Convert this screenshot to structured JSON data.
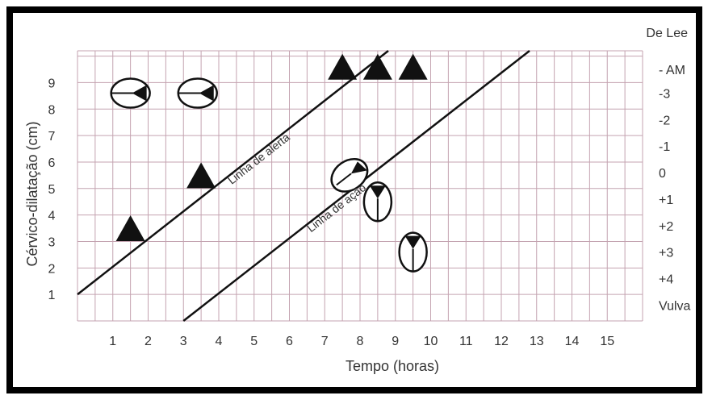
{
  "chart_data": {
    "type": "line",
    "title": "",
    "xlabel": "Tempo (horas)",
    "ylabel": "Cérvico-dilatação (cm)",
    "x_ticks": [
      "1",
      "2",
      "3",
      "4",
      "5",
      "6",
      "7",
      "8",
      "9",
      "10",
      "11",
      "12",
      "13",
      "14",
      "15"
    ],
    "y_ticks": [
      "1",
      "2",
      "3",
      "4",
      "5",
      "6",
      "7",
      "8",
      "9"
    ],
    "xlim": [
      0,
      16
    ],
    "ylim": [
      0,
      10.2
    ],
    "grid": true,
    "grid_color": "#c4a3b0",
    "right_axis": {
      "title": "De Lee",
      "labels": [
        {
          "y": 9.5,
          "text": "- AM"
        },
        {
          "y": 8.6,
          "text": "-3"
        },
        {
          "y": 7.6,
          "text": "-2"
        },
        {
          "y": 6.6,
          "text": "-1"
        },
        {
          "y": 5.6,
          "text": "0"
        },
        {
          "y": 4.6,
          "text": "+1"
        },
        {
          "y": 3.6,
          "text": "+2"
        },
        {
          "y": 2.6,
          "text": "+3"
        },
        {
          "y": 1.6,
          "text": "+4"
        },
        {
          "y": 0.6,
          "text": "Vulva"
        }
      ]
    },
    "lines": [
      {
        "name": "Linha de alerta",
        "x": [
          0,
          8.8
        ],
        "y": [
          1,
          10.2
        ]
      },
      {
        "name": "Linha de ação",
        "x": [
          3,
          12.8
        ],
        "y": [
          0,
          10.2
        ]
      }
    ],
    "triangles": [
      {
        "x": 1.5,
        "y": 3.5
      },
      {
        "x": 3.5,
        "y": 5.5
      },
      {
        "x": 7.5,
        "y": 9.6
      },
      {
        "x": 8.5,
        "y": 9.6
      },
      {
        "x": 9.5,
        "y": 9.6
      }
    ],
    "fetal_positions": [
      {
        "x": 1.5,
        "y": 8.6,
        "type": "horizontal"
      },
      {
        "x": 3.4,
        "y": 8.6,
        "type": "horizontal"
      },
      {
        "x": 7.7,
        "y": 5.5,
        "type": "oblique"
      },
      {
        "x": 8.5,
        "y": 4.5,
        "type": "vertical"
      },
      {
        "x": 9.5,
        "y": 2.6,
        "type": "vertical"
      }
    ],
    "colors": {
      "line": "#111111",
      "marker": "#111111",
      "grid": "#c4a3b0"
    }
  }
}
